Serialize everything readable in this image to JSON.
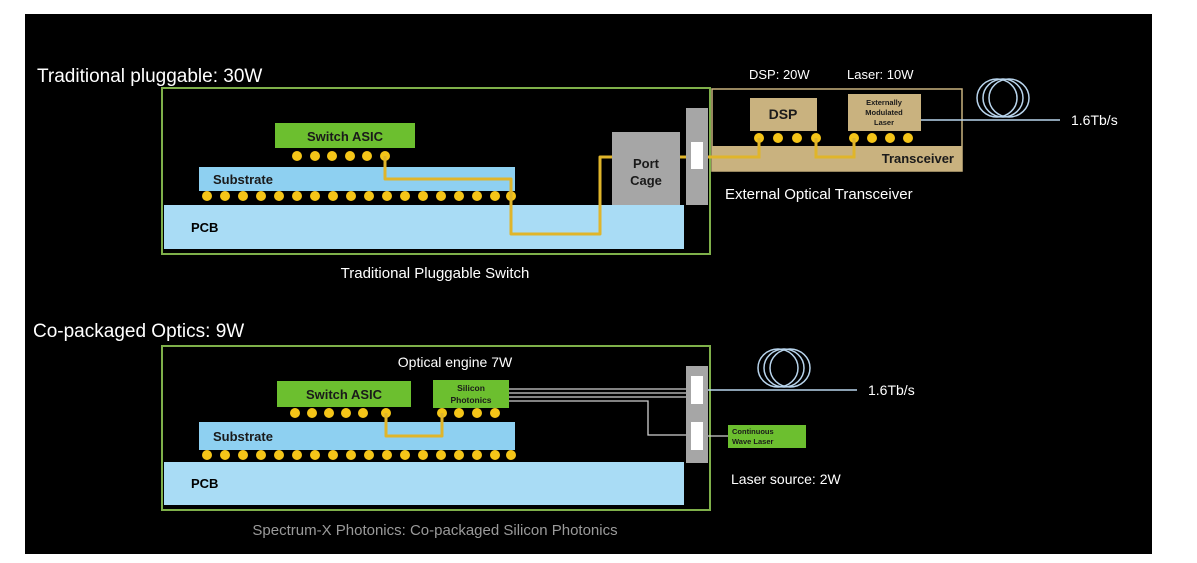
{
  "top": {
    "heading": "Traditional pluggable: 30W",
    "switch_asic": "Switch ASIC",
    "substrate": "Substrate",
    "pcb": "PCB",
    "port_cage_line1": "Port",
    "port_cage_line2": "Cage",
    "caption": "Traditional Pluggable Switch",
    "dsp_power": "DSP: 20W",
    "laser_power": "Laser: 10W",
    "dsp": "DSP",
    "eml_line1": "Externally",
    "eml_line2": "Modulated",
    "eml_line3": "Laser",
    "transceiver": "Transceiver",
    "external_transceiver": "External Optical Transceiver",
    "rate": "1.6Tb/s"
  },
  "bottom": {
    "heading": "Co-packaged Optics: 9W",
    "optical_engine": "Optical engine 7W",
    "switch_asic": "Switch ASIC",
    "sip_line1": "Silicon",
    "sip_line2": "Photonics",
    "substrate": "Substrate",
    "pcb": "PCB",
    "cwl_line1": "Continuous",
    "cwl_line2": "Wave Laser",
    "laser_source": "Laser source: 2W",
    "rate": "1.6Tb/s",
    "caption": "Spectrum-X Photonics: Co-packaged Silicon Photonics"
  },
  "colors": {
    "background": "#000000",
    "frame": "#7fb04a",
    "asic": "#6cbf2f",
    "substrate": "#8ed0f1",
    "pcb": "#a9dcf5",
    "trace": "#e0b52a",
    "ball": "#f5c518",
    "port_cage": "#a6a6a6",
    "transceiver": "#c9b27f",
    "fiber": "#b8d4ec"
  }
}
